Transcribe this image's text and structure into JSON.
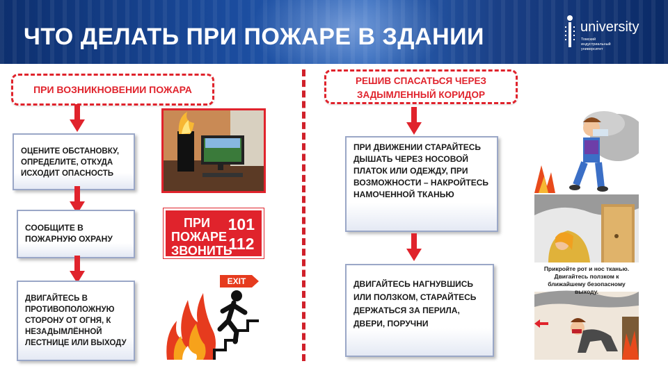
{
  "header": {
    "title": "ЧТО ДЕЛАТЬ ПРИ ПОЖАРЕ В ЗДАНИИ",
    "logo_word": "university",
    "logo_sub": "Томский индустриальный университет"
  },
  "left": {
    "heading": "ПРИ ВОЗНИКНОВЕНИИ ПОЖАРА",
    "steps": [
      "ОЦЕНИТЕ ОБСТАНОВКУ, ОПРЕДЕЛИТЕ, ОТКУДА ИСХОДИТ ОПАСНОСТЬ",
      "СООБЩИТЕ В ПОЖАРНУЮ ОХРАНУ",
      "ДВИГАЙТЕСЬ В ПРОТИВОПОЛОЖНУЮ СТОРОНУ ОТ ОГНЯ, К НЕЗАДЫМЛЁННОЙ ЛЕСТНИЦЕ ИЛИ ВЫХОДУ"
    ],
    "sign": {
      "line1": "ПРИ",
      "line2": "ПОЖАРЕ",
      "line3": "ЗВОНИТЬ",
      "num1": "101",
      "num2": "112"
    },
    "exit_label": "EXIT"
  },
  "right": {
    "heading": "РЕШИВ СПАСАТЬСЯ ЧЕРЕЗ ЗАДЫМЛЕННЫЙ КОРИДОР",
    "steps": [
      "ПРИ ДВИЖЕНИИ СТАРАЙТЕСЬ ДЫШАТЬ ЧЕРЕЗ НОСОВОЙ ПЛАТОК ИЛИ ОДЕЖДУ, ПРИ ВОЗМОЖНОСТИ – НАКРОЙТЕСЬ НАМОЧЕННОЙ ТКАНЬЮ",
      "ДВИГАЙТЕСЬ НАГНУВШИСЬ ИЛИ ПОЛЗКОМ, СТАРАЙТЕСЬ ДЕРЖАТЬСЯ ЗА ПЕРИЛА, ДВЕРИ, ПОРУЧНИ"
    ],
    "cartoon_caption": "Прикройте рот и нос тканью. Двигайтесь ползком к ближайшему безопасному выходу."
  },
  "colors": {
    "accent": "#e0232c",
    "header": "#1b4c9e"
  }
}
